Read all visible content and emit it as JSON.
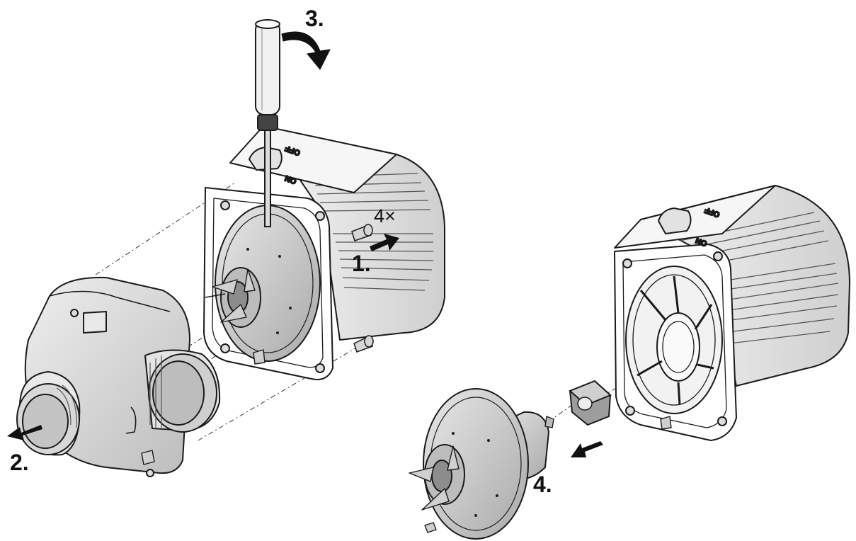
{
  "steps": {
    "step1": "1.",
    "step2": "2.",
    "step3": "3.",
    "step4": "4.",
    "screw_count": "4×"
  },
  "switch": {
    "off": "OFF",
    "on": "ON"
  },
  "colors": {
    "line": "#1a1a1a",
    "fill": "#ffffff",
    "shade_light": "#e6e6e6",
    "shade_mid": "#c8c8c8",
    "shade_dark": "#9a9a9a",
    "arrow": "#111111"
  },
  "icons": {
    "screwdriver": "screwdriver-icon",
    "rotate_arrow": "curved-arrow-icon",
    "direction_arrow": "arrow-icon",
    "screw": "screw-icon"
  }
}
